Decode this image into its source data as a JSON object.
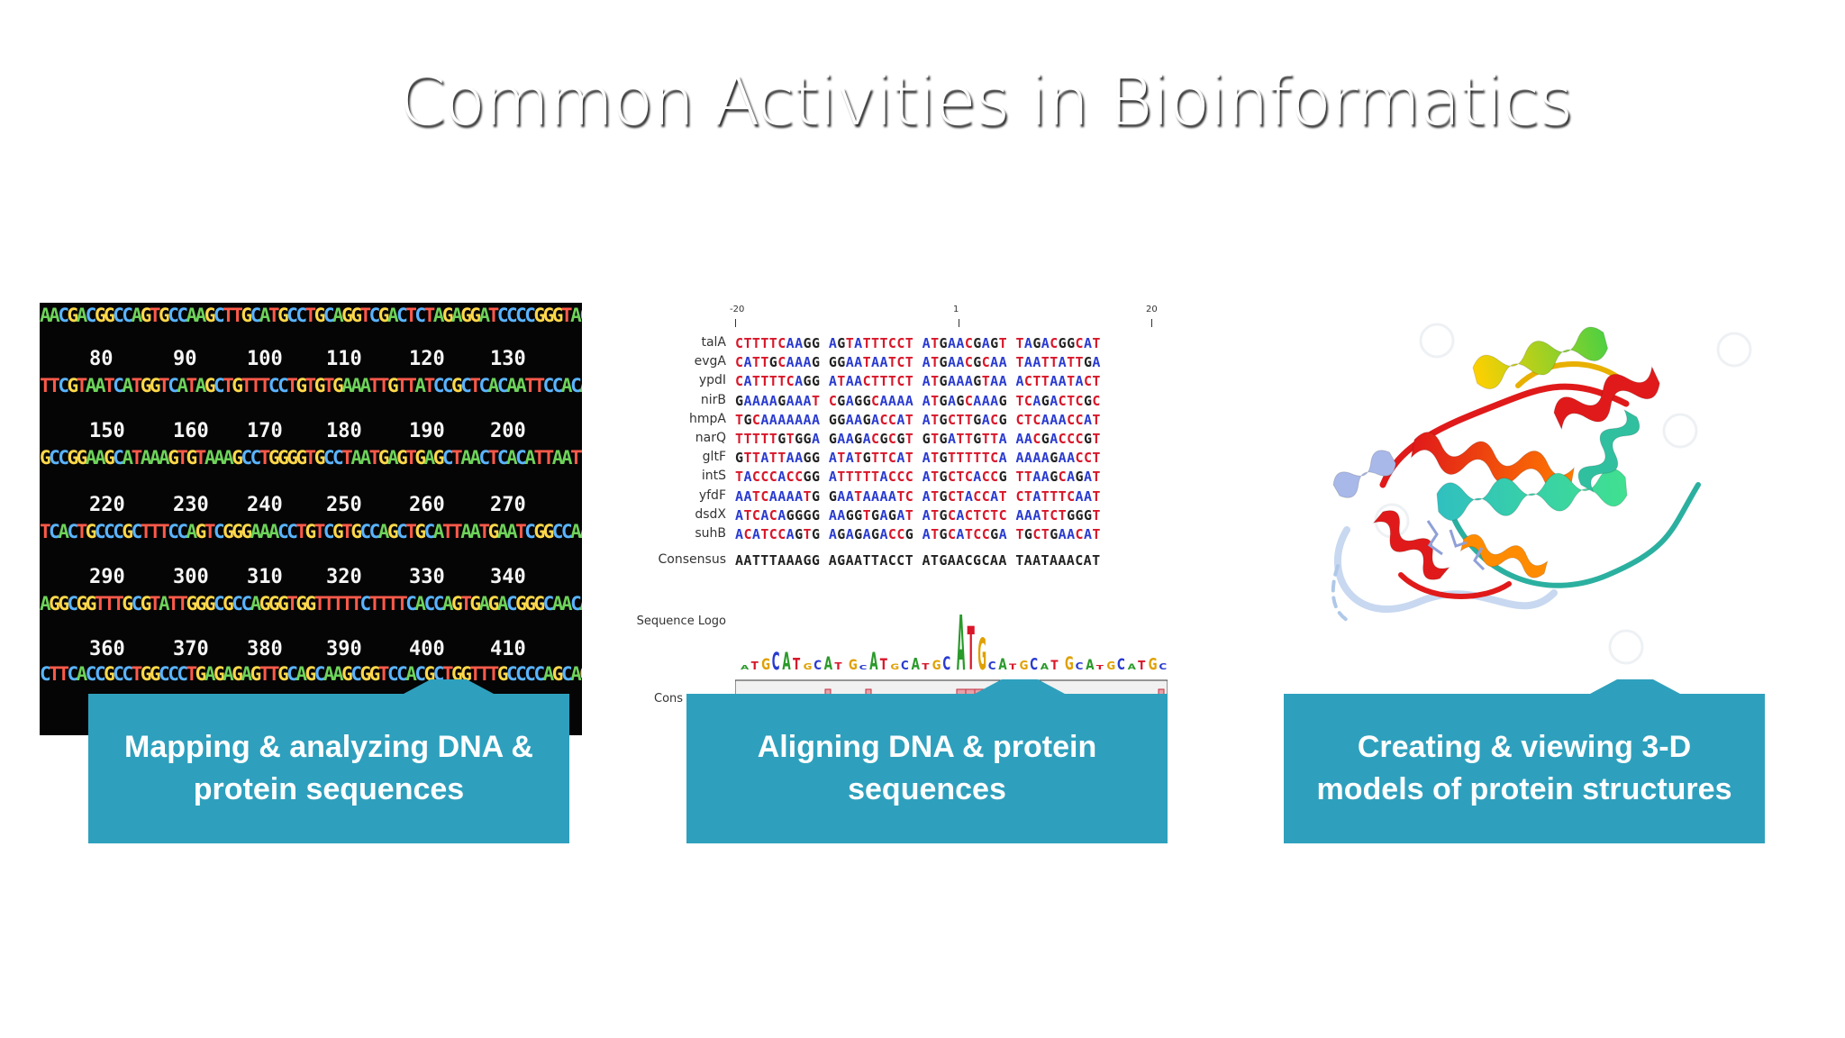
{
  "title": "Common Activities in Bioinformatics",
  "panels": [
    {
      "caption": "Mapping & analyzing DNA & protein sequences",
      "image": "dna-sequencing-readout",
      "sequencing": {
        "rows": [
          "AACGACGGCCAGTGCCAAGCTTGCATGCCTGCAGGTCGACTCTAGAGGATCCCCGGGTACCGAG",
          "TTCGTAATCATGGTCATAGCTGTTTCCTGTGTGAAATTGTTATCCGCTCACAATTCCACACAAC",
          "GCCGGAAGCATAAAGTGTAAAGCCTGGGGTGCCTAATGAGTGAGCTAACTCACATTAATTGCG",
          "TCACTGCCCGCTTTCCAGTCGGGAAACCTGTCGTGCCAGCTGCATTAATGAATCGGCCAACGCG",
          "AGGCGGTTTGCGTATTGGGCGCCAGGGTGGTTTTTCTTTTCACCAGTGAGACGGGCAACAGCT",
          "CTTCACCGCCTGGCCCTGAGAGAGTTGCAGCAAGCGGTCCACGCTGGTTTGCCCCAGCAGGCG"
        ],
        "numbers": [
          [
            "80",
            "90",
            "100",
            "110",
            "120",
            "130"
          ],
          [
            "150",
            "160",
            "170",
            "180",
            "190",
            "200"
          ],
          [
            "220",
            "230",
            "240",
            "250",
            "260",
            "270"
          ],
          [
            "290",
            "300",
            "310",
            "320",
            "330",
            "340"
          ],
          [
            "360",
            "370",
            "380",
            "390",
            "400",
            "410"
          ]
        ]
      }
    },
    {
      "caption": "Aligning DNA & protein sequences",
      "image": "multiple-sequence-alignment",
      "alignment": {
        "ruler": [
          "-20",
          "1",
          "20"
        ],
        "genes": [
          {
            "name": "talA",
            "seq": "CTTTTCAAGG AGTATTTCCT ATGAACGAGT TAGACGGCAT"
          },
          {
            "name": "evgA",
            "seq": "CATTGCAAAG GGAATAATCT ATGAACGCAA TAATTATTGA"
          },
          {
            "name": "ypdI",
            "seq": "CATTTTCAGG ATAACTTTCT ATGAAAGTAA ACTTAATACT"
          },
          {
            "name": "nirB",
            "seq": "GAAAAGAAAT CGAGGCAAAA ATGAGCAAAG TCAGACTCGC"
          },
          {
            "name": "hmpA",
            "seq": "TGCAAAAAAA GGAAGACCAT ATGCTTGACG CTCAAACCAT"
          },
          {
            "name": "narQ",
            "seq": "TTTTTGTGGA GAAGACGCGT GTGATTGTTA AACGACCCGT"
          },
          {
            "name": "gltF",
            "seq": "GTTATTAAGG ATATGTTCAT ATGTTTTTCA AAAAGAACCT"
          },
          {
            "name": "intS",
            "seq": "TACCCACCGG ATTTTTACCC ATGCTCACCG TTAAGCAGAT"
          },
          {
            "name": "yfdF",
            "seq": "AATCAAAATG GAATAAAATC ATGCTACCAT CTATTTCAAT"
          },
          {
            "name": "dsdX",
            "seq": "ATCACAGGGG AAGGTGAGAT ATGCACTCTC AAATCTGGGT"
          },
          {
            "name": "suhB",
            "seq": "ACATCCAGTG AGAGAGACCG ATGCATCCGA TGCTGAACAT"
          }
        ],
        "consensus_label": "Consensus",
        "consensus": "AATTTAAAGG AGAATTACCT ATGAACGCAA TAATAAACAT",
        "logo_label": "Sequence Logo",
        "bottom_label": "Cons"
      }
    },
    {
      "caption": "Creating & viewing 3-D models of protein structures",
      "image": "protein-ribbon-model"
    }
  ],
  "colors": {
    "caption_bg": "#2ea0bd",
    "caption_text": "#ffffff",
    "base_A": "#6ed35a",
    "base_C": "#5ab4ff",
    "base_G": "#ffd84a",
    "base_T": "#ff5a4a"
  }
}
